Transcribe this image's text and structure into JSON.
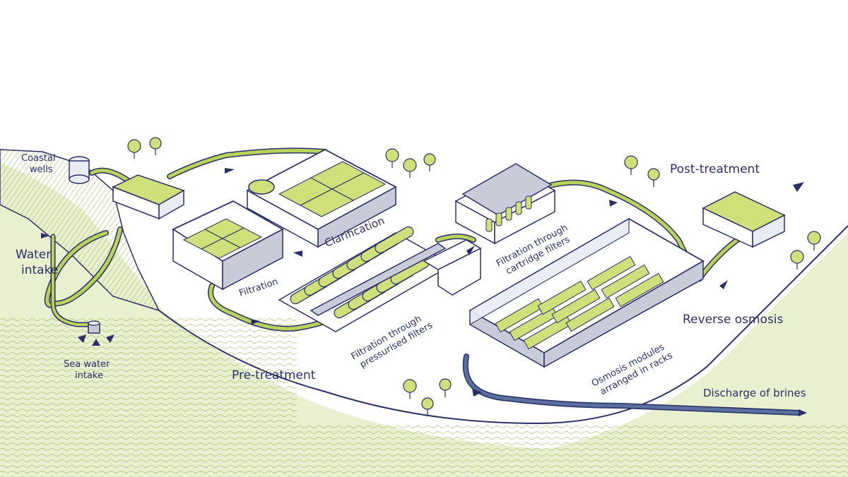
{
  "labels": {
    "coastal_wells": [
      "Coastal",
      "wells"
    ],
    "water_intake": [
      "Water",
      "intake"
    ],
    "sea_water_intake": [
      "Sea water",
      "intake"
    ],
    "filtration": "Filtration",
    "clarification": "Clarification",
    "pressurised_filters": [
      "Filtration through",
      "pressurised filters"
    ],
    "pre_treatment": "Pre-treatment",
    "cartridge_filters": [
      "Filtration through",
      "cartridge filters"
    ],
    "post_treatment": "Post-treatment",
    "reverse_osmosis": "Reverse osmosis",
    "osmosis_modules": [
      "Osmosis modules",
      "arranged in racks"
    ],
    "discharge_of_brines": "Discharge of brines"
  },
  "colors": {
    "ink": "#2a2f66",
    "land": "#e9f0cf",
    "land_dark": "#d8e4a6",
    "pipe_green": "#b9d35a",
    "pipe_outline": "#2a2f66",
    "brine_pipe": "#5a6fa0",
    "wall_grey": "#c9ccd8",
    "water_fill": "#cfe07a"
  },
  "icons": {
    "flow_arrow": "arrow-icon",
    "tree": "tree-icon"
  }
}
